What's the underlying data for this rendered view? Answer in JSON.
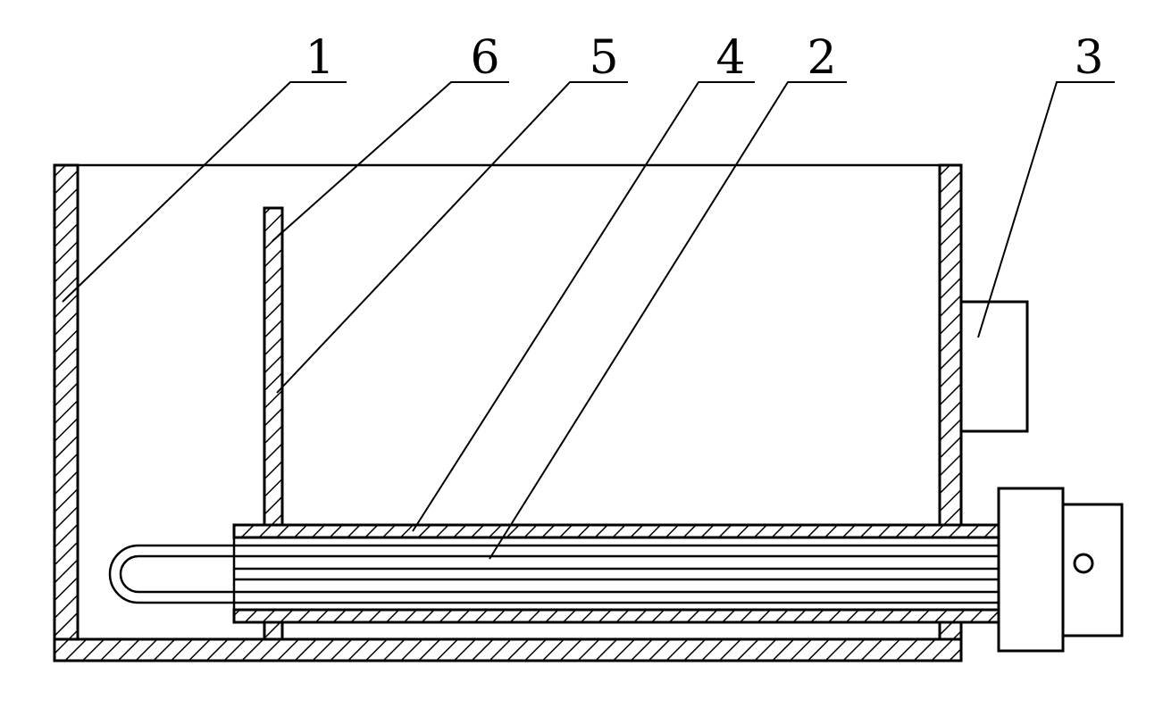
{
  "figure": {
    "labels": {
      "part1": "1",
      "part6": "6",
      "part5": "5",
      "part4": "4",
      "part2": "2",
      "part3": "3"
    }
  }
}
